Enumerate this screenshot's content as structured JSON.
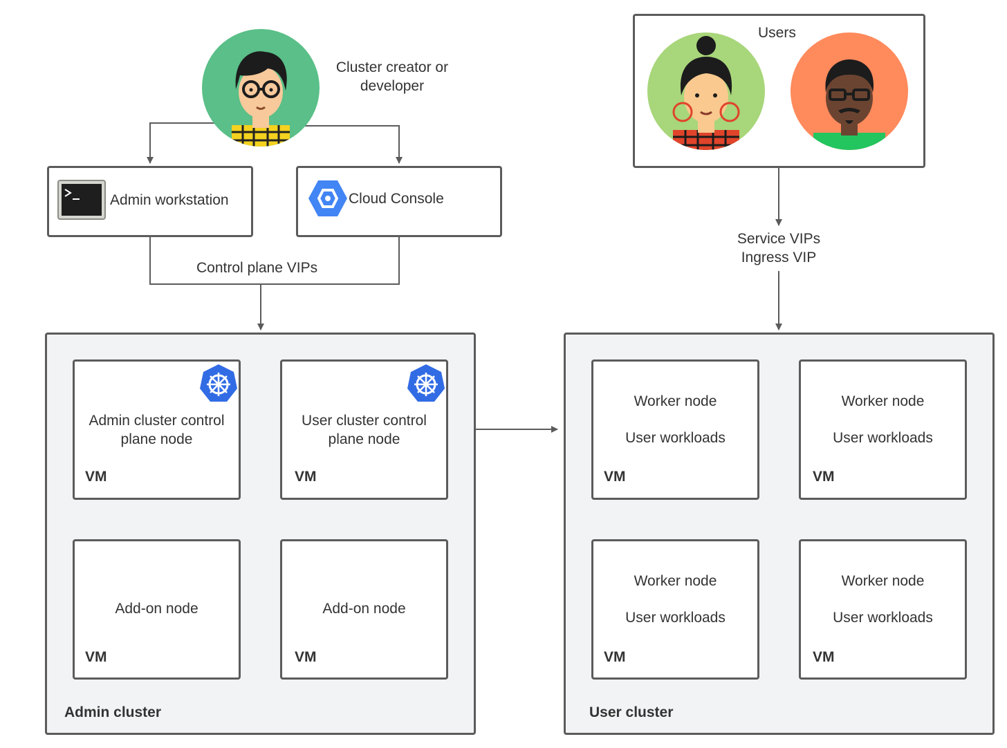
{
  "actors": {
    "creator_label": "Cluster creator or developer",
    "users_label": "Users"
  },
  "tools": {
    "admin_workstation": "Admin workstation",
    "cloud_console": "Cloud Console"
  },
  "connections": {
    "control_plane_vips": "Control plane VIPs",
    "service_vips": "Service VIPs",
    "ingress_vip": "Ingress VIP"
  },
  "admin_cluster": {
    "label": "Admin cluster",
    "nodes": [
      {
        "title": "Admin cluster control plane node",
        "vm": "VM",
        "icon": "kubernetes-icon"
      },
      {
        "title": "User cluster control plane node",
        "vm": "VM",
        "icon": "kubernetes-icon"
      },
      {
        "title": "Add-on node",
        "vm": "VM"
      },
      {
        "title": "Add-on node",
        "vm": "VM"
      }
    ]
  },
  "user_cluster": {
    "label": "User cluster",
    "nodes": [
      {
        "title": "Worker node",
        "subtitle": "User workloads",
        "vm": "VM"
      },
      {
        "title": "Worker node",
        "subtitle": "User workloads",
        "vm": "VM"
      },
      {
        "title": "Worker node",
        "subtitle": "User workloads",
        "vm": "VM"
      },
      {
        "title": "Worker node",
        "subtitle": "User workloads",
        "vm": "VM"
      }
    ]
  },
  "colors": {
    "border": "#5b5b5b",
    "cluster_fill": "#f2f3f5",
    "kubernetes_blue": "#326ce5",
    "gcp_blue": "#4285f4",
    "avatar_green": "#5abf88",
    "avatar_lime": "#a8d67a",
    "avatar_orange": "#ff8a5c"
  }
}
